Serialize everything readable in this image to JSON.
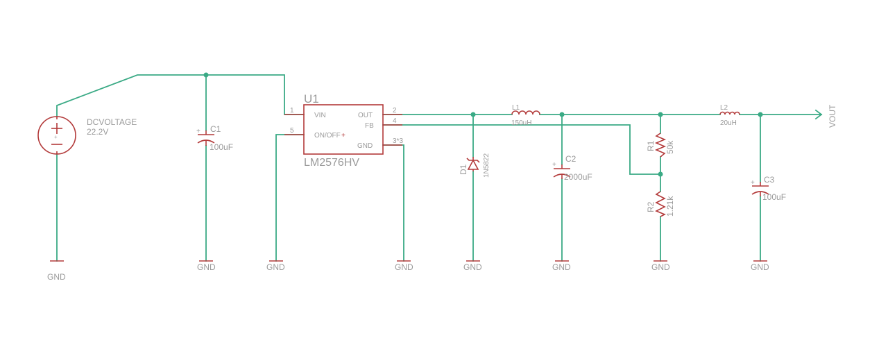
{
  "source": {
    "name": "DCVOLTAGE",
    "value": "22.2V",
    "gnd": "GND"
  },
  "c1": {
    "ref": "C1",
    "value": "100uF",
    "plus": "+",
    "gnd": "GND"
  },
  "u1": {
    "ref": "U1",
    "part": "LM2576HV",
    "pins": {
      "vin": "VIN",
      "onoff": "ON/OFF",
      "out": "OUT",
      "fb": "FB",
      "gnd": "GND"
    },
    "pin_numbers": {
      "vin": "1",
      "onoff": "5",
      "out": "2",
      "fb": "4",
      "gnd": "3*3"
    },
    "onoff_gnd": "GND",
    "gnd_label": "GND"
  },
  "d1": {
    "ref": "D1",
    "value": "1N5822",
    "gnd": "GND"
  },
  "l1": {
    "ref": "L1",
    "value": "150uH"
  },
  "c2": {
    "ref": "C2",
    "value": "2000uF",
    "plus": "+",
    "gnd": "GND"
  },
  "r1": {
    "ref": "R1",
    "value": "50k"
  },
  "r2": {
    "ref": "R2",
    "value": "1.21k",
    "gnd": "GND"
  },
  "l2": {
    "ref": "L2",
    "value": "20uH"
  },
  "c3": {
    "ref": "C3",
    "value": "100uF",
    "plus": "+",
    "gnd": "GND"
  },
  "output": {
    "label": "VOUT"
  },
  "colors": {
    "wire": "#3aaa85",
    "component": "#b33a3a",
    "label": "#9a9a9a"
  }
}
